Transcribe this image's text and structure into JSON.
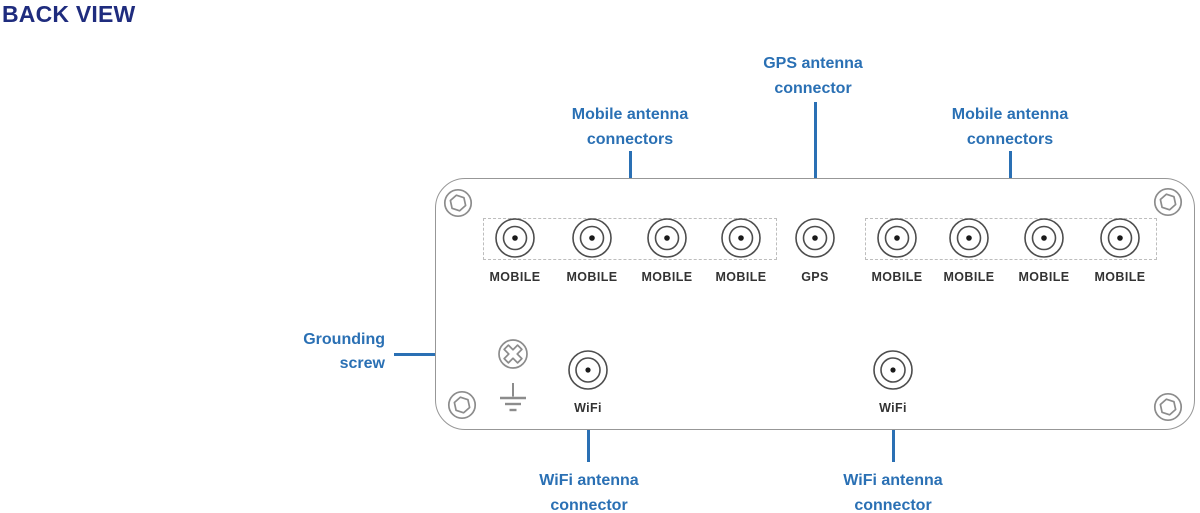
{
  "title": "BACK VIEW",
  "colors": {
    "accent_blue": "#2a70b4",
    "title_navy": "#1f2c7e",
    "device_outline": "#979797",
    "port_label_dark": "#333333"
  },
  "callouts": {
    "mobile_left": {
      "line1": "Mobile antenna",
      "line2": "connectors"
    },
    "gps": {
      "line1": "GPS antenna",
      "line2": "connector"
    },
    "mobile_right": {
      "line1": "Mobile antenna",
      "line2": "connectors"
    },
    "grounding": {
      "line1": "Grounding",
      "line2": "screw"
    },
    "wifi_left": {
      "line1": "WiFi antenna",
      "line2": "connector"
    },
    "wifi_right": {
      "line1": "WiFi antenna",
      "line2": "connector"
    }
  },
  "ports": {
    "mobile": "MOBILE",
    "gps": "GPS",
    "wifi": "WiFi"
  }
}
